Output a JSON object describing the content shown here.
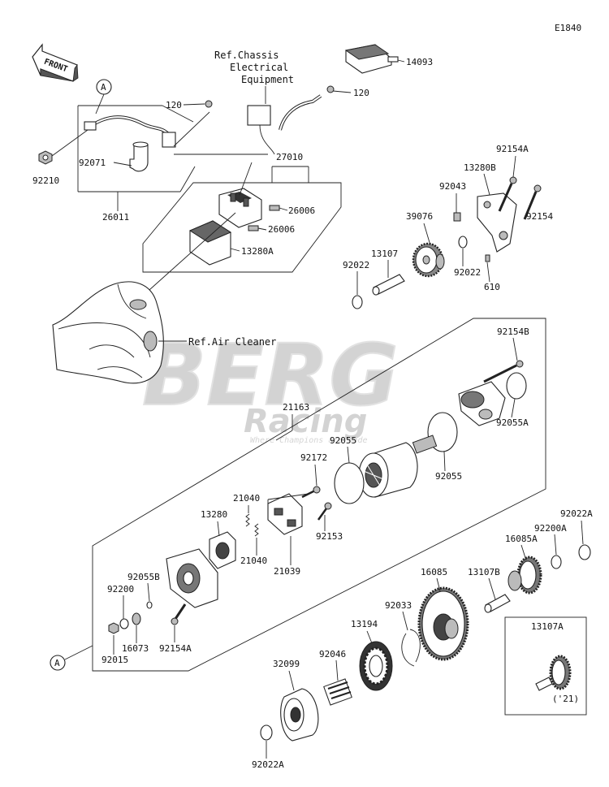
{
  "diagram": {
    "code": "E1840",
    "front_label": "FRONT",
    "references": {
      "chassis_electrical": [
        "Ref.Chassis",
        "Electrical",
        "Equipment"
      ],
      "air_cleaner": "Ref.Air Cleaner"
    },
    "callout_a": "A",
    "callout_a2": "A",
    "year_note": "('21)",
    "watermark": {
      "brand": "BERG",
      "sub": "Racing",
      "tagline": "Where Champions are made"
    },
    "parts": {
      "p14093": "14093",
      "p120a": "120",
      "p120b": "120",
      "p92071": "92071",
      "p92210": "92210",
      "p26011": "26011",
      "p27010": "27010",
      "p26006a": "26006",
      "p26006b": "26006",
      "p13280A": "13280A",
      "p92154A_top": "92154A",
      "p13280B": "13280B",
      "p92043": "92043",
      "p39076": "39076",
      "p92154_top": "92154",
      "p13107": "13107",
      "p92022_left": "92022",
      "p92022_mid": "92022",
      "p610": "610",
      "p92154B": "92154B",
      "p21163": "21163",
      "p92055_top": "92055",
      "p92055_right": "92055",
      "p92055A": "92055A",
      "p92172": "92172",
      "p21040a": "21040",
      "p21040b": "21040",
      "p13280": "13280",
      "p92153": "92153",
      "p21039": "21039",
      "p92022A_right": "92022A",
      "p92200A": "92200A",
      "p16085A": "16085A",
      "p92055B": "92055B",
      "p92200": "92200",
      "p16073": "16073",
      "p92154A_bot": "92154A",
      "p92015": "92015",
      "p16085": "16085",
      "p13107B": "13107B",
      "p92033": "92033",
      "p13194": "13194",
      "p92046": "92046",
      "p32099": "32099",
      "p13107A": "13107A",
      "p92022A_bottom": "92022A"
    }
  }
}
